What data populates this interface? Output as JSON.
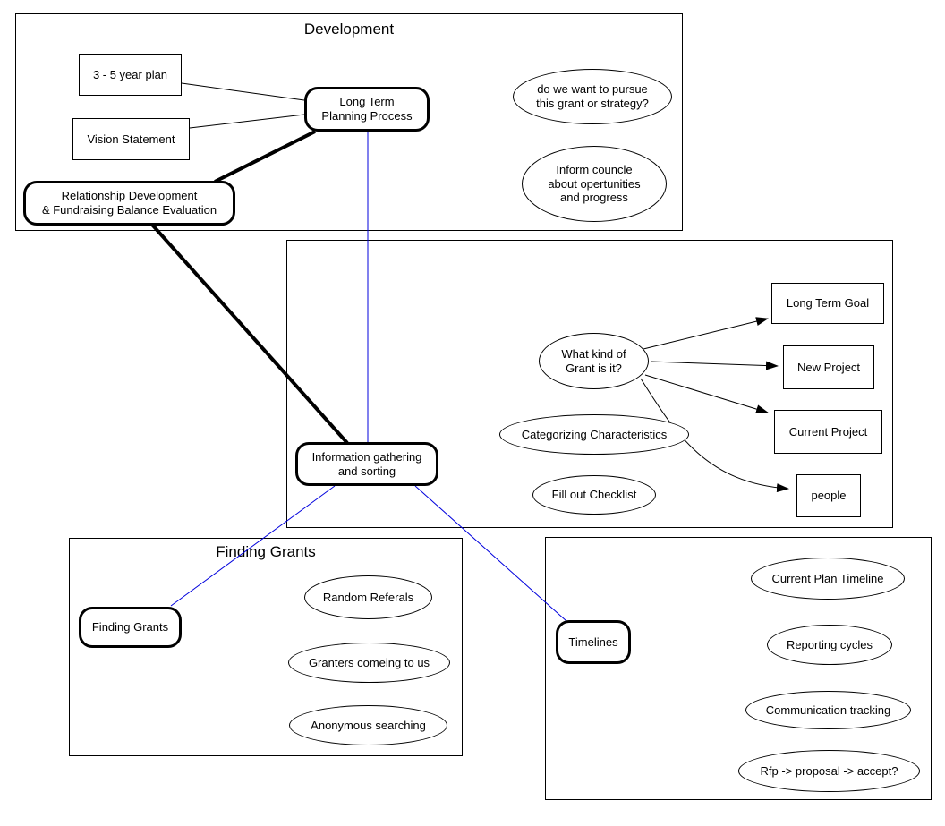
{
  "diagram": {
    "colors": {
      "connector_blue": "#0000dd",
      "line_black": "#000000"
    },
    "groups": {
      "development": {
        "title": "Development"
      },
      "finding_grants": {
        "title": "Finding Grants"
      }
    },
    "nodes": {
      "plan35": "3 - 5 year plan",
      "vision": "Vision Statement",
      "ltpp": "Long Term\nPlanning Process",
      "relationship": "Relationship Development\n& Fundraising Balance Evaluation",
      "pursue": "do we want to pursue\nthis grant or strategy?",
      "inform": "Inform councle\nabout opertunities\nand progress",
      "whatkind": "What kind of\nGrant is it?",
      "categorizing": "Categorizing Characteristics",
      "fillout": "Fill out Checklist",
      "ltg": "Long Term Goal",
      "newproject": "New Project",
      "currentproject": "Current Project",
      "people": "people",
      "infogather": "Information gathering\nand sorting",
      "fgnode": "Finding Grants",
      "random": "Random Referals",
      "granters": "Granters comeing to us",
      "anonymous": "Anonymous searching",
      "tlnode": "Timelines",
      "curplan": "Current Plan Timeline",
      "reporting": "Reporting cycles",
      "communication": "Communication tracking",
      "rfp": "Rfp -> proposal -> accept?"
    }
  }
}
